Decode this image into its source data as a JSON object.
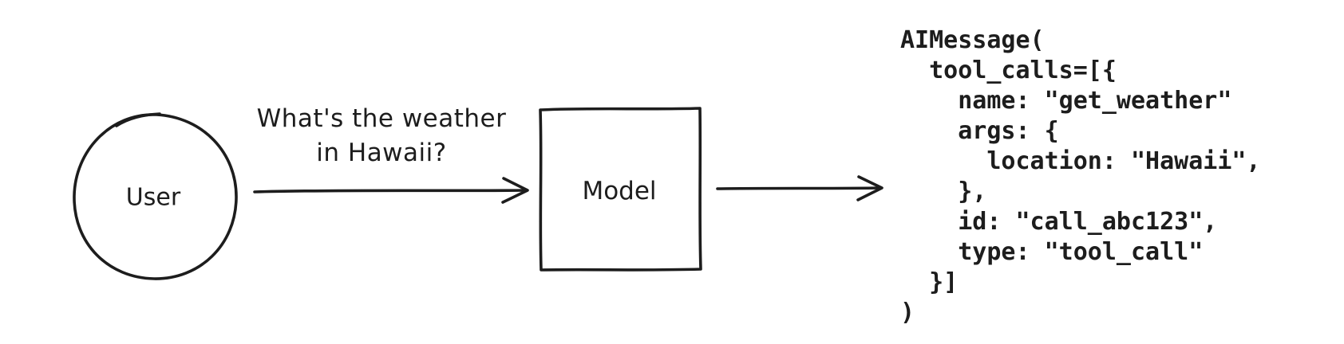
{
  "diagram": {
    "user_label": "User",
    "model_label": "Model",
    "query_line1": "What's the weather",
    "query_line2": "in Hawaii?"
  },
  "code": {
    "lines": [
      "AIMessage(",
      "  tool_calls=[{",
      "    name: \"get_weather\"",
      "    args: {",
      "      location: \"Hawaii\",",
      "    },",
      "    id: \"call_abc123\",",
      "    type: \"tool_call\"",
      "  }]",
      ")"
    ]
  },
  "colors": {
    "ink": "#1d1d1d",
    "background": "#ffffff"
  }
}
